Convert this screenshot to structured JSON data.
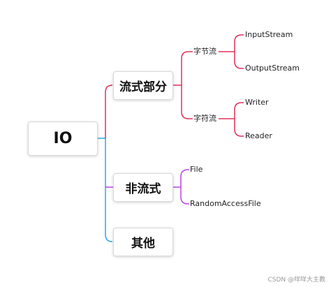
{
  "root": {
    "label": "IO"
  },
  "branches": [
    {
      "label": "流式部分",
      "color": "#e0305a",
      "children": [
        {
          "label": "字节流",
          "children": [
            "InputStream",
            "OutputStream"
          ]
        },
        {
          "label": "字符流",
          "children": [
            "Writer",
            "Reader"
          ]
        }
      ]
    },
    {
      "label": "非流式",
      "color": "#c044e0",
      "children": [
        "File",
        "RandomAccessFile"
      ]
    },
    {
      "label": "其他",
      "color": "#2aa7e6"
    }
  ],
  "watermark": "CSDN @咩咩大主教"
}
